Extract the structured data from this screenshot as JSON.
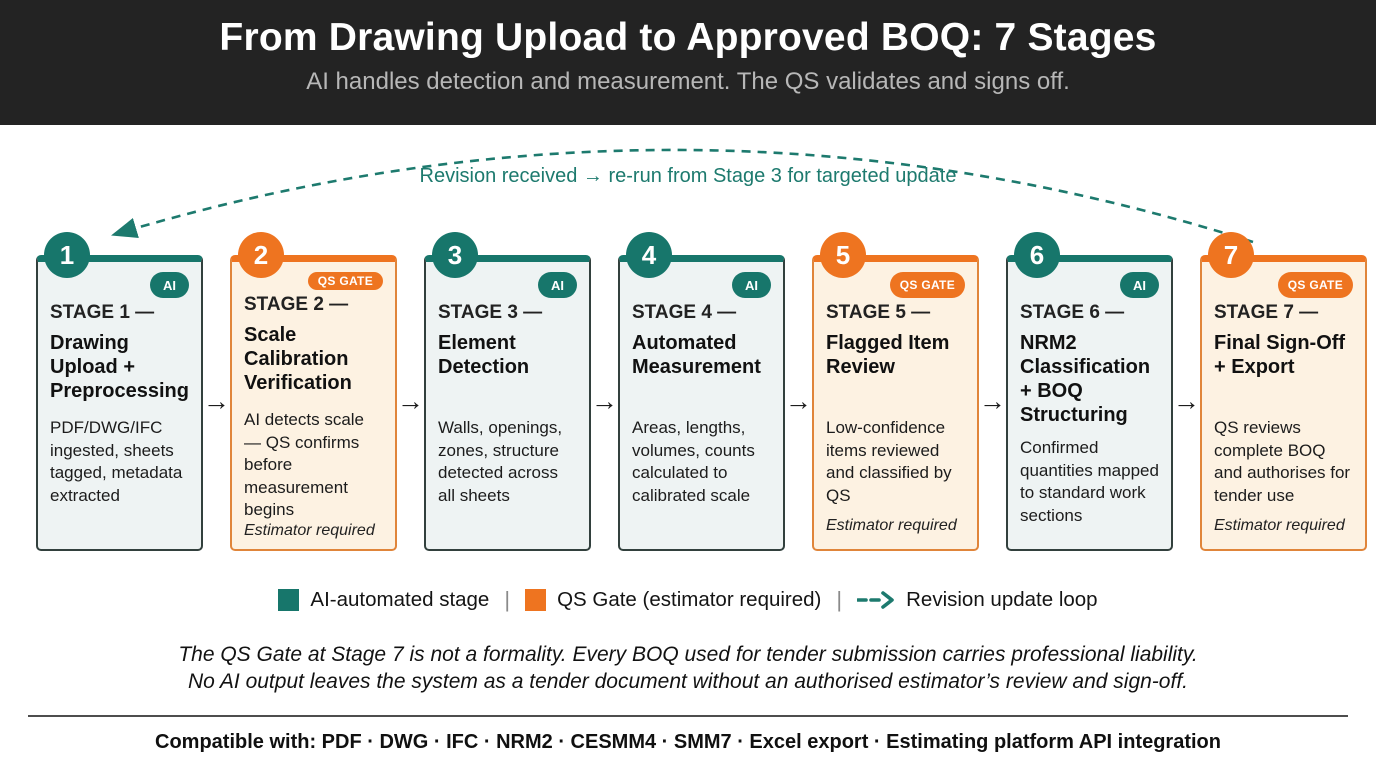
{
  "header": {
    "title": "From Drawing Upload to Approved BOQ: 7 Stages",
    "subtitle": "AI handles detection and measurement. The QS validates and signs off."
  },
  "revision_loop": {
    "label": "Revision received → re-run from Stage 3 for targeted update"
  },
  "flow": {
    "arrow_glyph": "→"
  },
  "stages": [
    {
      "number": "1",
      "badge": "AI",
      "type": "ai",
      "stage_label": "STAGE 1 —",
      "title": "Drawing Upload + Preprocessing",
      "body": "PDF/DWG/IFC ingested, sheets tagged, metadata extracted",
      "note": ""
    },
    {
      "number": "2",
      "badge": "QS GATE",
      "type": "qs",
      "stage_label": "STAGE 2 —",
      "title": "Scale Calibration Verification",
      "body": "AI detects scale — QS confirms before measurement begins",
      "note": "Estimator required"
    },
    {
      "number": "3",
      "badge": "AI",
      "type": "ai",
      "stage_label": "STAGE 3 —",
      "title": "Element Detection",
      "body": "Walls, openings, zones, structure detected across all sheets",
      "note": ""
    },
    {
      "number": "4",
      "badge": "AI",
      "type": "ai",
      "stage_label": "STAGE 4 —",
      "title": "Automated Measurement",
      "body": "Areas, lengths, volumes, counts calculated to calibrated scale",
      "note": ""
    },
    {
      "number": "5",
      "badge": "QS GATE",
      "type": "qs",
      "stage_label": "STAGE 5 —",
      "title": "Flagged Item Review",
      "body": "Low-confidence items reviewed and classified by QS",
      "note": "Estimator required"
    },
    {
      "number": "6",
      "badge": "AI",
      "type": "ai",
      "stage_label": "STAGE 6 —",
      "title": "NRM2 Classification + BOQ Structuring",
      "body": "Confirmed quantities mapped to standard work sections",
      "note": ""
    },
    {
      "number": "7",
      "badge": "QS GATE",
      "type": "qs",
      "stage_label": "STAGE 7 —",
      "title": "Final Sign-Off + Export",
      "body": "QS reviews complete BOQ and authorises for tender use",
      "note": "Estimator required"
    }
  ],
  "legend": {
    "ai_label": "AI-automated stage",
    "qs_label": "QS Gate (estimator required)",
    "loop_label": "Revision update loop",
    "separator": "|"
  },
  "disclaimer": {
    "line1": "The QS Gate at Stage 7 is not a formality. Every BOQ used for tender submission carries professional liability.",
    "line2": "No AI output leaves the system as a tender document without an authorised estimator’s review and sign-off."
  },
  "footer": {
    "text": "Compatible with: PDF · DWG · IFC · NRM2 · CESMM4 · SMM7 · Excel export · Estimating platform API integration"
  },
  "colors": {
    "teal": "#17766b",
    "orange": "#ee7420",
    "header_bg": "#232323",
    "ai_card_bg": "#eef3f3",
    "qs_card_bg": "#fdf2e2",
    "ai_card_border": "#32403d",
    "qs_card_border": "#e0853a"
  }
}
